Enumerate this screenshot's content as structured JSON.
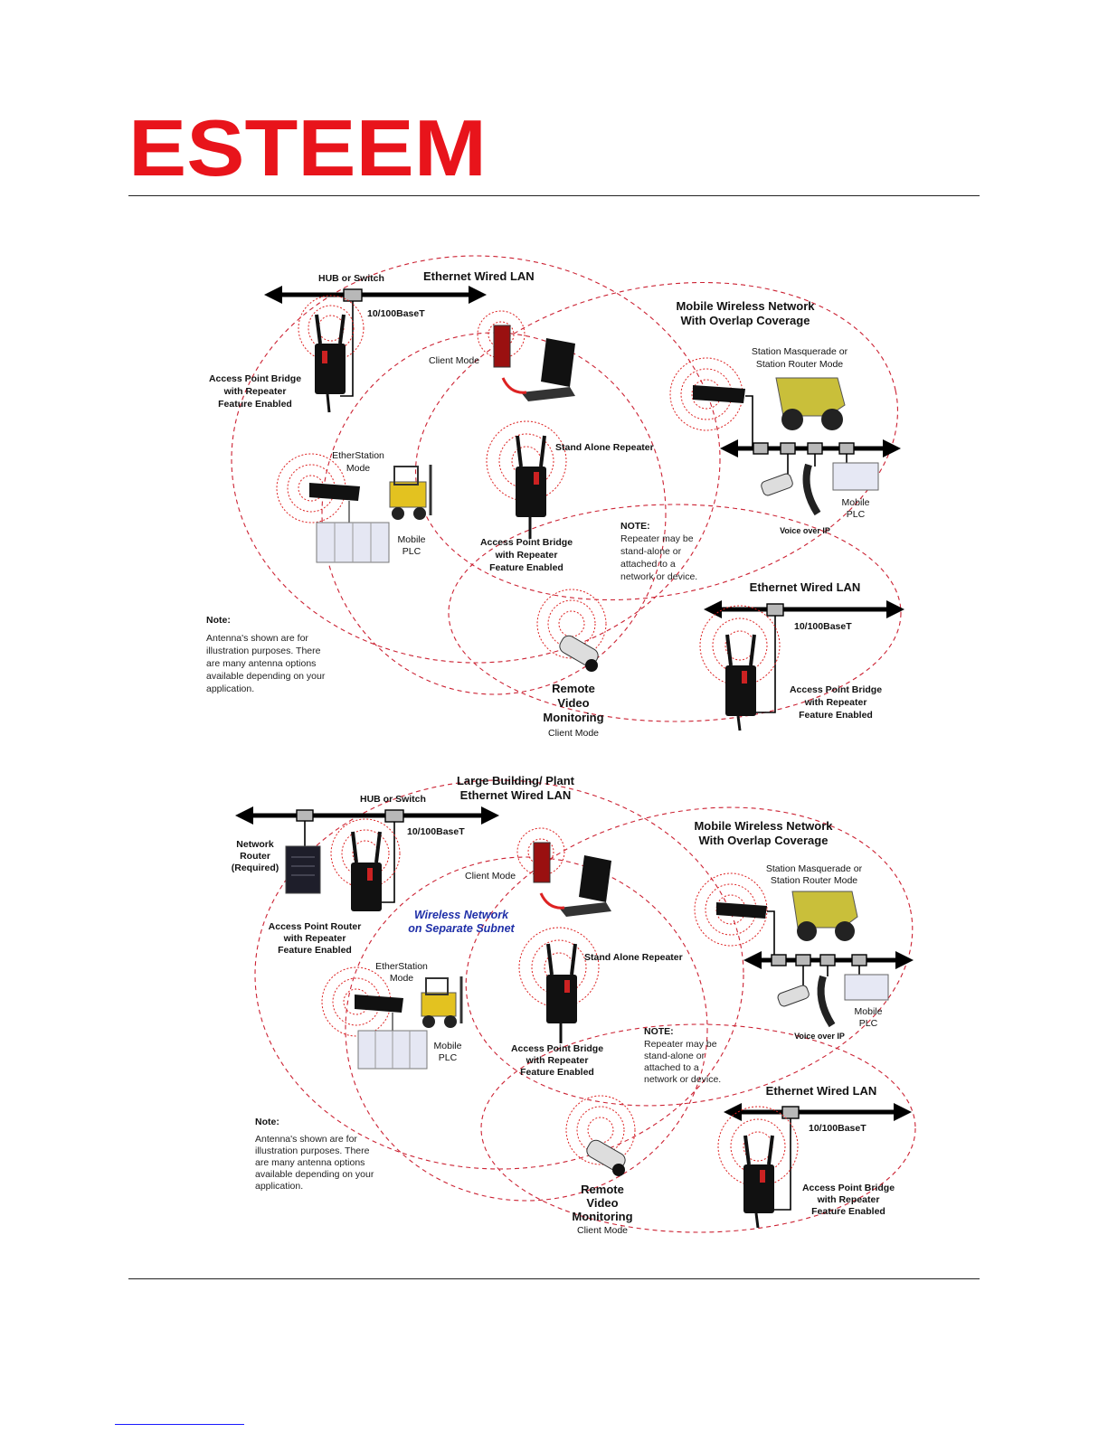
{
  "logo": {
    "text": "ESTEEM",
    "color": "#e8141b"
  },
  "diagram1": {
    "hub_switch": "HUB or Switch",
    "ethernet_wired_lan": "Ethernet Wired LAN",
    "base_t": "10/100BaseT",
    "mobile_network": [
      "Mobile Wireless Network",
      "With Overlap Coverage"
    ],
    "client_mode": "Client Mode",
    "station_masquerade": [
      "Station Masquerade or",
      "Station Router Mode"
    ],
    "ap_bridge_left": [
      "Access Point Bridge",
      "with Repeater",
      "Feature Enabled"
    ],
    "etherstation": [
      "EtherStation",
      "Mode"
    ],
    "stand_alone": "Stand Alone Repeater",
    "ap_bridge_center": [
      "Access Point Bridge",
      "with Repeater",
      "Feature Enabled"
    ],
    "mobile_plc_left": [
      "Mobile",
      "PLC"
    ],
    "repeater_note_title": "NOTE:",
    "repeater_note": [
      "Repeater may be",
      "stand-alone or",
      "attached to a",
      "network or device."
    ],
    "voice_over_ip": "Voice over IP",
    "mobile_plc_right": [
      "Mobile",
      "PLC"
    ],
    "lan2_title": "Ethernet Wired LAN",
    "lan2_base_t": "10/100BaseT",
    "note_title": "Note:",
    "note_body": [
      "Antenna's shown are for",
      "illustration purposes.  There",
      "are many antenna options",
      "available depending on your",
      "application."
    ],
    "remote_video": [
      "Remote",
      "Video",
      "Monitoring"
    ],
    "remote_client_mode": "Client Mode",
    "ap_bridge_right": [
      "Access Point Bridge",
      "with Repeater",
      "Feature Enabled"
    ]
  },
  "diagram2": {
    "large_building": [
      "Large Building/ Plant",
      "Ethernet Wired LAN"
    ],
    "hub_switch": "HUB or Switch",
    "base_t": "10/100BaseT",
    "network_router": [
      "Network",
      "Router",
      "(Required)"
    ],
    "mobile_network": [
      "Mobile Wireless Network",
      "With Overlap Coverage"
    ],
    "client_mode": "Client Mode",
    "station_masquerade": [
      "Station Masquerade or",
      "Station Router Mode"
    ],
    "ap_router": [
      "Access Point Router",
      "with Repeater",
      "Feature Enabled"
    ],
    "wireless_subnet": [
      "Wireless Network",
      "on Separate Subnet"
    ],
    "stand_alone": "Stand Alone Repeater",
    "etherstation": [
      "EtherStation",
      "Mode"
    ],
    "mobile_plc_left": [
      "Mobile",
      "PLC"
    ],
    "ap_bridge_center": [
      "Access Point Bridge",
      "with Repeater",
      "Feature Enabled"
    ],
    "repeater_note_title": "NOTE:",
    "repeater_note": [
      "Repeater may be",
      "stand-alone or",
      "attached to a",
      "network or device."
    ],
    "voice_over_ip": "Voice over IP",
    "mobile_plc_right": [
      "Mobile",
      "PLC"
    ],
    "lan2_title": "Ethernet Wired LAN",
    "lan2_base_t": "10/100BaseT",
    "note_title": "Note:",
    "note_body": [
      "Antenna's shown are for",
      "illustration purposes.  There",
      "are many antenna options",
      "available depending on your",
      "application."
    ],
    "remote_video": [
      "Remote",
      "Video",
      "Monitoring"
    ],
    "remote_client_mode": "Client Mode",
    "ap_bridge_right": [
      "Access Point Bridge",
      "with Repeater",
      "Feature Enabled"
    ]
  }
}
